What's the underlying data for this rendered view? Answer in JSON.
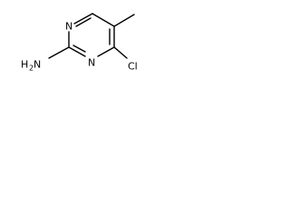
{
  "molecule": {
    "ring_nitrogen_top": "N",
    "ring_nitrogen_bottom": "N",
    "chlorine": "Cl",
    "amine_h": "H",
    "amine_sub": "2",
    "amine_n": "N"
  }
}
